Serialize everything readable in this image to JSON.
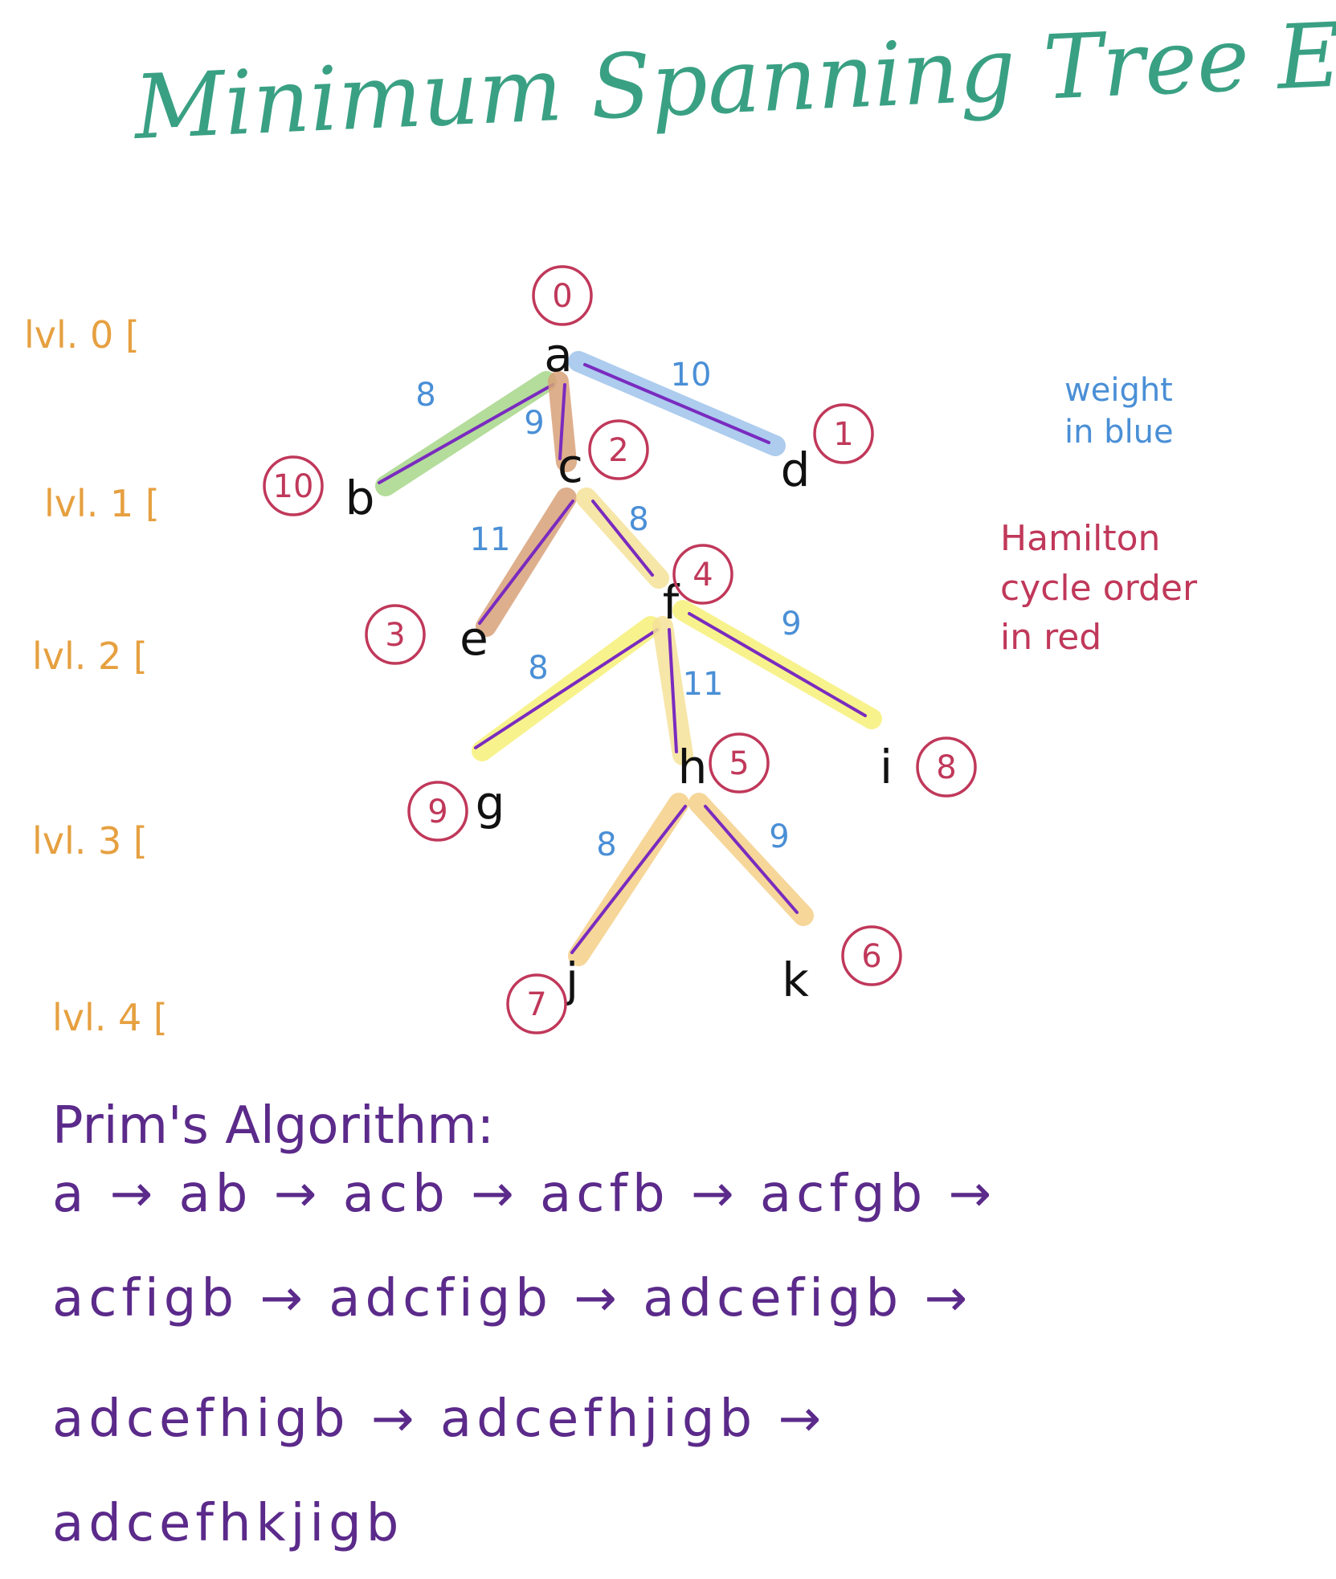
{
  "title": "Minimum Spanning Tree Example",
  "levels": [
    "lvl. 0 [",
    "lvl. 1 [",
    "lvl. 2 [",
    "lvl. 3 [",
    "lvl. 4 ["
  ],
  "legend": {
    "weight_line1": "weight",
    "weight_line2": "in blue",
    "hamilton_line1": "Hamilton",
    "hamilton_line2": "cycle order",
    "hamilton_line3": "in red"
  },
  "colors": {
    "title": "#3aa083",
    "levels": "#e6a040",
    "weights": "#4a8fd6",
    "order": "#c0385a",
    "edge_line": "#7a2bbf",
    "prim": "#5b2a8a"
  },
  "nodes": [
    {
      "id": "a",
      "order": "0"
    },
    {
      "id": "b",
      "order": "10"
    },
    {
      "id": "c",
      "order": "2"
    },
    {
      "id": "d",
      "order": "1"
    },
    {
      "id": "e",
      "order": "3"
    },
    {
      "id": "f",
      "order": "4"
    },
    {
      "id": "g",
      "order": "9"
    },
    {
      "id": "h",
      "order": "5"
    },
    {
      "id": "i",
      "order": "8"
    },
    {
      "id": "j",
      "order": "7"
    },
    {
      "id": "k",
      "order": "6"
    }
  ],
  "edges": [
    {
      "from": "a",
      "to": "b",
      "weight": "8",
      "highlight": "#a8d68a"
    },
    {
      "from": "a",
      "to": "c",
      "weight": "9",
      "highlight": "#d9a27a"
    },
    {
      "from": "a",
      "to": "d",
      "weight": "10",
      "highlight": "#9fc4ec"
    },
    {
      "from": "c",
      "to": "e",
      "weight": "11",
      "highlight": "#d9a27a"
    },
    {
      "from": "c",
      "to": "f",
      "weight": "8",
      "highlight": "#f5e29a"
    },
    {
      "from": "f",
      "to": "g",
      "weight": "8",
      "highlight": "#f7f07a"
    },
    {
      "from": "f",
      "to": "h",
      "weight": "11",
      "highlight": "#f5e29a"
    },
    {
      "from": "f",
      "to": "i",
      "weight": "9",
      "highlight": "#f7f07a"
    },
    {
      "from": "h",
      "to": "j",
      "weight": "8",
      "highlight": "#f5cf88"
    },
    {
      "from": "h",
      "to": "k",
      "weight": "9",
      "highlight": "#f5cf88"
    }
  ],
  "prim": {
    "title": "Prim's Algorithm:",
    "line1": "a → ab → acb → acfb → acfgb →",
    "line2": "acfigb → adcfigb → adcefigb →",
    "line3": "adcefhigb → adcefhjigb →",
    "line4": "adcefhkjigb"
  }
}
